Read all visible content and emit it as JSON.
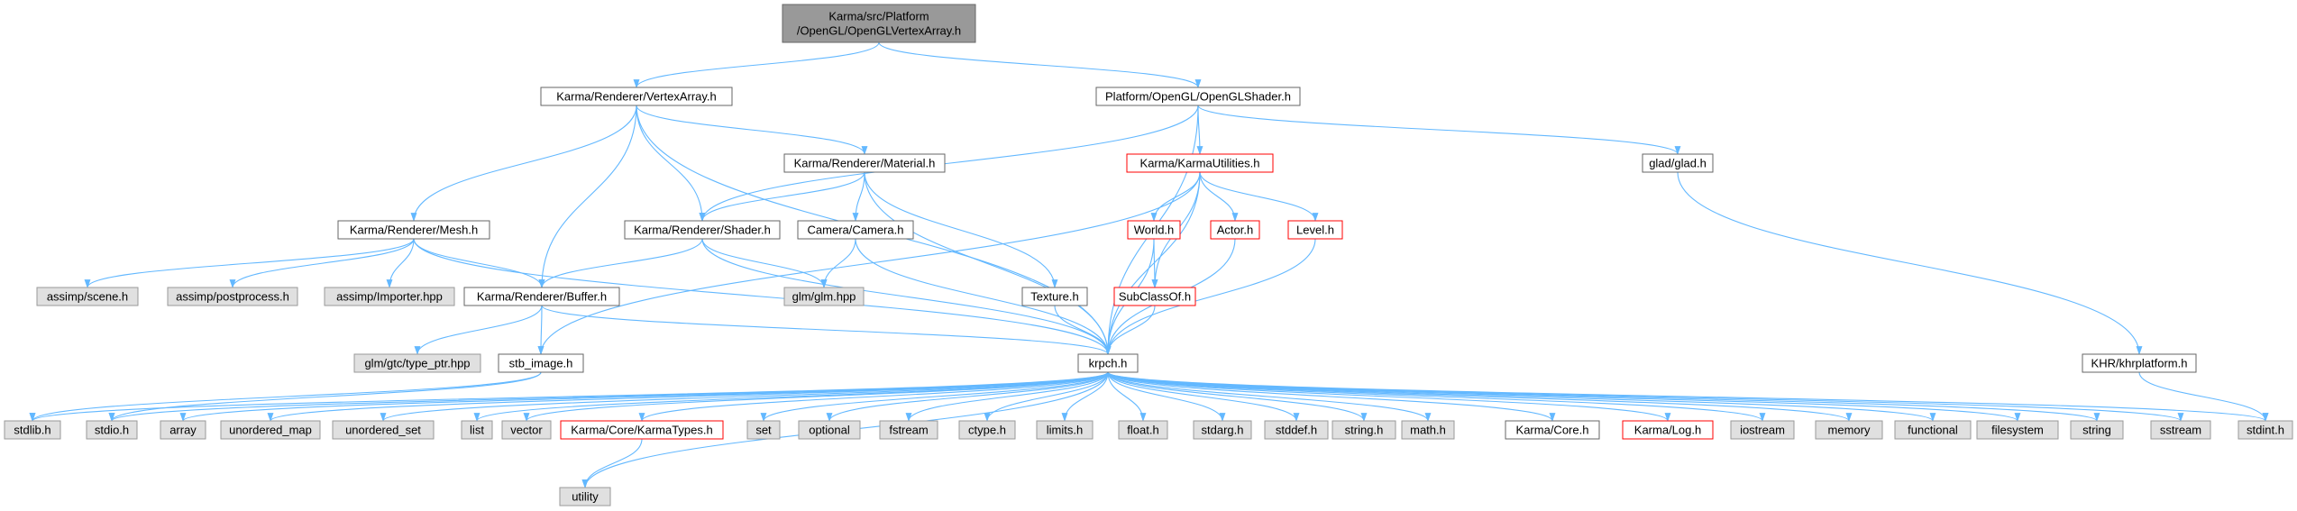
{
  "colors": {
    "edge": "#63b8ff",
    "root_fill": "#999999",
    "normal_fill": "#ffffff",
    "external_fill": "#e0e0e0",
    "truncated_border": "#ff0000"
  },
  "nodes": {
    "root": {
      "lines": [
        "Karma/src/Platform",
        "/OpenGL/OpenGLVertexArray.h"
      ],
      "kind": "root"
    },
    "vertexarray": {
      "lines": [
        "Karma/Renderer/VertexArray.h"
      ],
      "kind": "normal"
    },
    "openglshader": {
      "lines": [
        "Platform/OpenGL/OpenGLShader.h"
      ],
      "kind": "normal"
    },
    "material": {
      "lines": [
        "Karma/Renderer/Material.h"
      ],
      "kind": "normal"
    },
    "karmautilities": {
      "lines": [
        "Karma/KarmaUtilities.h"
      ],
      "kind": "truncated"
    },
    "glad": {
      "lines": [
        "glad/glad.h"
      ],
      "kind": "normal"
    },
    "mesh": {
      "lines": [
        "Karma/Renderer/Mesh.h"
      ],
      "kind": "normal"
    },
    "shader": {
      "lines": [
        "Karma/Renderer/Shader.h"
      ],
      "kind": "normal"
    },
    "camera": {
      "lines": [
        "Camera/Camera.h"
      ],
      "kind": "normal"
    },
    "world": {
      "lines": [
        "World.h"
      ],
      "kind": "truncated"
    },
    "actor": {
      "lines": [
        "Actor.h"
      ],
      "kind": "truncated"
    },
    "level": {
      "lines": [
        "Level.h"
      ],
      "kind": "truncated"
    },
    "assimp_scene": {
      "lines": [
        "assimp/scene.h"
      ],
      "kind": "external"
    },
    "assimp_post": {
      "lines": [
        "assimp/postprocess.h"
      ],
      "kind": "external"
    },
    "assimp_importer": {
      "lines": [
        "assimp/Importer.hpp"
      ],
      "kind": "external"
    },
    "buffer": {
      "lines": [
        "Karma/Renderer/Buffer.h"
      ],
      "kind": "normal"
    },
    "glm": {
      "lines": [
        "glm/glm.hpp"
      ],
      "kind": "external"
    },
    "subclassof": {
      "lines": [
        "SubClassOf.h"
      ],
      "kind": "truncated"
    },
    "texture": {
      "lines": [
        "Texture.h"
      ],
      "kind": "normal"
    },
    "glm_typeptr": {
      "lines": [
        "glm/gtc/type_ptr.hpp"
      ],
      "kind": "external"
    },
    "stb_image": {
      "lines": [
        "stb_image.h"
      ],
      "kind": "normal"
    },
    "krpch": {
      "lines": [
        "krpch.h"
      ],
      "kind": "normal"
    },
    "khrplatform": {
      "lines": [
        "KHR/khrplatform.h"
      ],
      "kind": "normal"
    },
    "stdlib": {
      "lines": [
        "stdlib.h"
      ],
      "kind": "external"
    },
    "stdio": {
      "lines": [
        "stdio.h"
      ],
      "kind": "external"
    },
    "array": {
      "lines": [
        "array"
      ],
      "kind": "external"
    },
    "unordered_map": {
      "lines": [
        "unordered_map"
      ],
      "kind": "external"
    },
    "unordered_set": {
      "lines": [
        "unordered_set"
      ],
      "kind": "external"
    },
    "list": {
      "lines": [
        "list"
      ],
      "kind": "external"
    },
    "vector": {
      "lines": [
        "vector"
      ],
      "kind": "external"
    },
    "karmatypes": {
      "lines": [
        "Karma/Core/KarmaTypes.h"
      ],
      "kind": "truncated"
    },
    "set": {
      "lines": [
        "set"
      ],
      "kind": "external"
    },
    "optional": {
      "lines": [
        "optional"
      ],
      "kind": "external"
    },
    "fstream": {
      "lines": [
        "fstream"
      ],
      "kind": "external"
    },
    "ctype": {
      "lines": [
        "ctype.h"
      ],
      "kind": "external"
    },
    "limits": {
      "lines": [
        "limits.h"
      ],
      "kind": "external"
    },
    "float": {
      "lines": [
        "float.h"
      ],
      "kind": "external"
    },
    "stdarg": {
      "lines": [
        "stdarg.h"
      ],
      "kind": "external"
    },
    "stddef": {
      "lines": [
        "stddef.h"
      ],
      "kind": "external"
    },
    "string_h": {
      "lines": [
        "string.h"
      ],
      "kind": "external"
    },
    "math": {
      "lines": [
        "math.h"
      ],
      "kind": "external"
    },
    "karmacore": {
      "lines": [
        "Karma/Core.h"
      ],
      "kind": "normal"
    },
    "karmalog": {
      "lines": [
        "Karma/Log.h"
      ],
      "kind": "truncated"
    },
    "iostream": {
      "lines": [
        "iostream"
      ],
      "kind": "external"
    },
    "memory": {
      "lines": [
        "memory"
      ],
      "kind": "external"
    },
    "functional": {
      "lines": [
        "functional"
      ],
      "kind": "external"
    },
    "filesystem": {
      "lines": [
        "filesystem"
      ],
      "kind": "external"
    },
    "string": {
      "lines": [
        "string"
      ],
      "kind": "external"
    },
    "sstream": {
      "lines": [
        "sstream"
      ],
      "kind": "external"
    },
    "stdint": {
      "lines": [
        "stdint.h"
      ],
      "kind": "external"
    },
    "utility": {
      "lines": [
        "utility"
      ],
      "kind": "external"
    }
  },
  "edges": [
    [
      "root",
      "vertexarray"
    ],
    [
      "root",
      "openglshader"
    ],
    [
      "vertexarray",
      "mesh"
    ],
    [
      "vertexarray",
      "material"
    ],
    [
      "vertexarray",
      "shader"
    ],
    [
      "vertexarray",
      "buffer"
    ],
    [
      "vertexarray",
      "krpch"
    ],
    [
      "openglshader",
      "shader"
    ],
    [
      "openglshader",
      "karmautilities"
    ],
    [
      "openglshader",
      "glad"
    ],
    [
      "openglshader",
      "krpch"
    ],
    [
      "material",
      "shader"
    ],
    [
      "material",
      "camera"
    ],
    [
      "material",
      "texture"
    ],
    [
      "material",
      "krpch"
    ],
    [
      "karmautilities",
      "world"
    ],
    [
      "karmautilities",
      "actor"
    ],
    [
      "karmautilities",
      "level"
    ],
    [
      "karmautilities",
      "subclassof"
    ],
    [
      "karmautilities",
      "stb_image"
    ],
    [
      "karmautilities",
      "krpch"
    ],
    [
      "glad",
      "khrplatform"
    ],
    [
      "mesh",
      "assimp_scene"
    ],
    [
      "mesh",
      "assimp_post"
    ],
    [
      "mesh",
      "assimp_importer"
    ],
    [
      "mesh",
      "buffer"
    ],
    [
      "mesh",
      "krpch"
    ],
    [
      "shader",
      "buffer"
    ],
    [
      "shader",
      "glm"
    ],
    [
      "shader",
      "krpch"
    ],
    [
      "camera",
      "glm"
    ],
    [
      "camera",
      "krpch"
    ],
    [
      "world",
      "subclassof"
    ],
    [
      "world",
      "krpch"
    ],
    [
      "actor",
      "krpch"
    ],
    [
      "level",
      "krpch"
    ],
    [
      "buffer",
      "glm_typeptr"
    ],
    [
      "buffer",
      "stb_image"
    ],
    [
      "buffer",
      "krpch"
    ],
    [
      "subclassof",
      "krpch"
    ],
    [
      "texture",
      "krpch"
    ],
    [
      "stb_image",
      "stdlib"
    ],
    [
      "stb_image",
      "stdio"
    ],
    [
      "khrplatform",
      "stdint"
    ],
    [
      "krpch",
      "stdlib"
    ],
    [
      "krpch",
      "stdio"
    ],
    [
      "krpch",
      "array"
    ],
    [
      "krpch",
      "unordered_map"
    ],
    [
      "krpch",
      "unordered_set"
    ],
    [
      "krpch",
      "list"
    ],
    [
      "krpch",
      "vector"
    ],
    [
      "krpch",
      "karmatypes"
    ],
    [
      "krpch",
      "utility"
    ],
    [
      "krpch",
      "set"
    ],
    [
      "krpch",
      "optional"
    ],
    [
      "krpch",
      "fstream"
    ],
    [
      "krpch",
      "ctype"
    ],
    [
      "krpch",
      "limits"
    ],
    [
      "krpch",
      "float"
    ],
    [
      "krpch",
      "stdarg"
    ],
    [
      "krpch",
      "stddef"
    ],
    [
      "krpch",
      "string_h"
    ],
    [
      "krpch",
      "math"
    ],
    [
      "krpch",
      "karmacore"
    ],
    [
      "krpch",
      "karmalog"
    ],
    [
      "krpch",
      "iostream"
    ],
    [
      "krpch",
      "memory"
    ],
    [
      "krpch",
      "functional"
    ],
    [
      "krpch",
      "filesystem"
    ],
    [
      "krpch",
      "string"
    ],
    [
      "krpch",
      "sstream"
    ],
    [
      "krpch",
      "stdint"
    ],
    [
      "karmatypes",
      "utility"
    ]
  ]
}
